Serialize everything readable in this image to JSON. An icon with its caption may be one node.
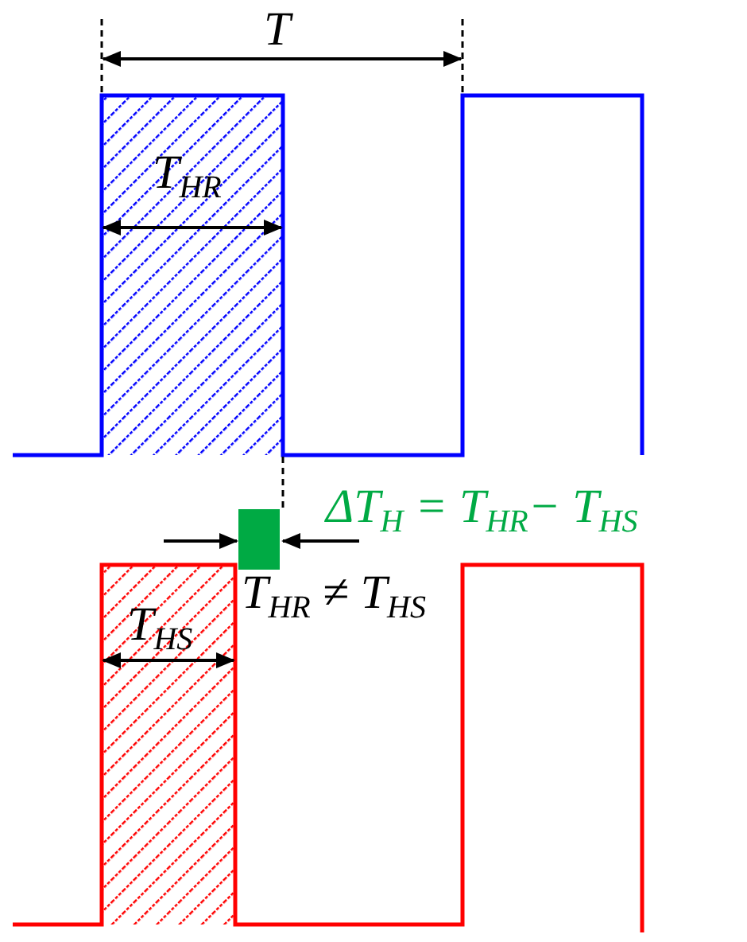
{
  "diagram": {
    "labels": [
      "T",
      "T$_{HR}$",
      "ΔT$_{H}$  = T$_{HR}$− T$_{HS}$",
      "T$_{HR}$ ≠ T$_{HS}$",
      "T$_{HS}$"
    ]
  }
}
